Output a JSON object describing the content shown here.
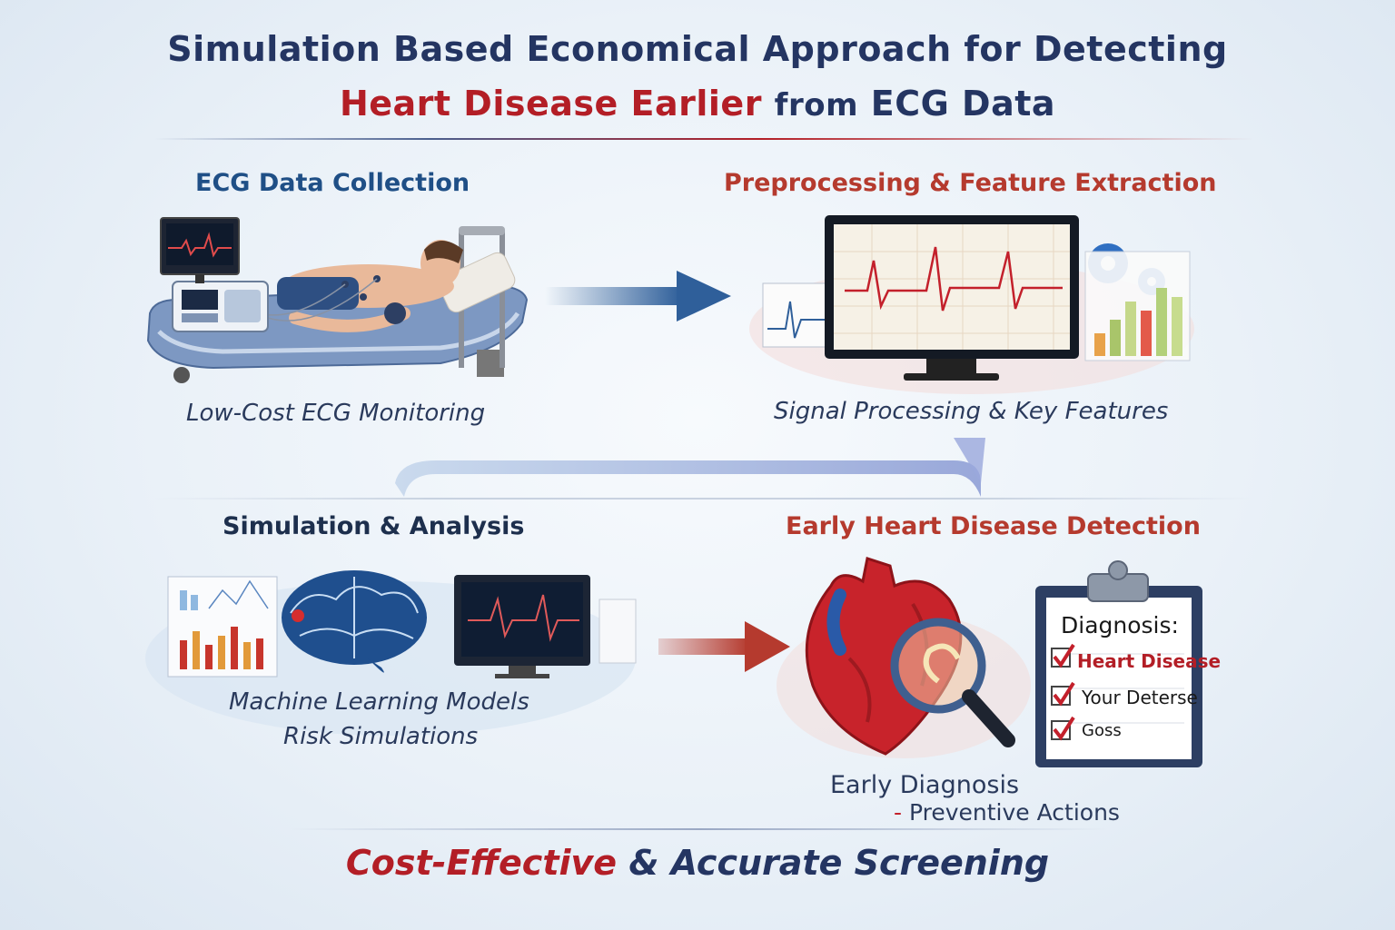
{
  "title": {
    "line1": "Simulation Based Economical Approach for Detecting",
    "line2_red": "Heart Disease Earlier",
    "line2_from": "from",
    "line2_dark": "ECG Data"
  },
  "sections": {
    "collection": {
      "title": "ECG Data Collection",
      "caption": "Low-Cost ECG Monitoring"
    },
    "preprocessing": {
      "title": "Preprocessing & Feature Extraction",
      "caption": "Signal Processing & Key Features"
    },
    "simulation": {
      "title": "Simulation & Analysis",
      "caption_line1": "Machine Learning Models",
      "caption_line2": "Risk Simulations"
    },
    "detection": {
      "title": "Early Heart Disease Detection",
      "caption_line1": "Early Diagnosis",
      "caption_line2": "Preventive Actions",
      "clipboard": {
        "heading": "Diagnosis:",
        "items": [
          "Heart Disease",
          "Your Deterse",
          "Goss"
        ]
      }
    }
  },
  "footer": {
    "red": "Cost-Effective",
    "dark": "& Accurate Screening"
  },
  "colors": {
    "navy": "#243562",
    "red": "#b31e26",
    "blue": "#2f5f9a"
  },
  "icons": [
    "ecg-monitor-icon",
    "patient-icon",
    "gear-icon",
    "brain-icon",
    "heart-icon",
    "magnifier-icon",
    "clipboard-icon",
    "checkmark-icon"
  ]
}
